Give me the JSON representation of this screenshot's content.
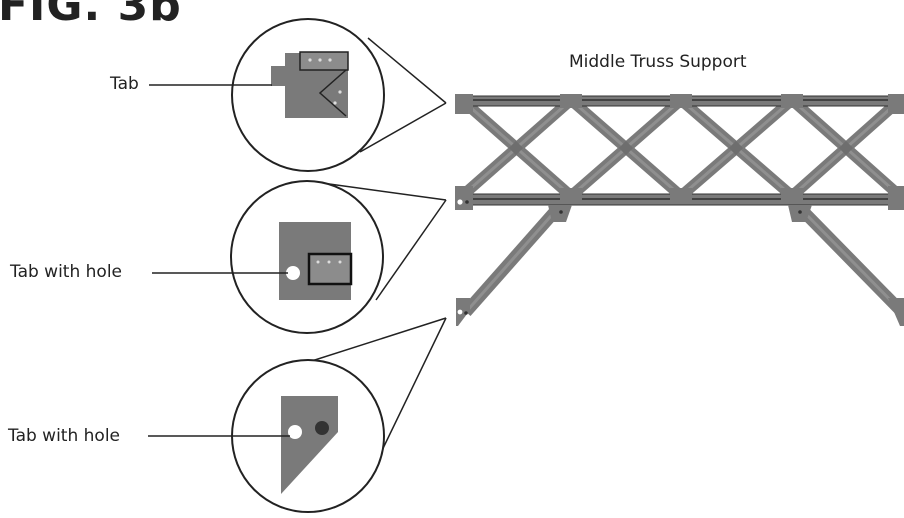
{
  "figure": {
    "title": "FIG. 3b"
  },
  "diagram": {
    "caption": "Middle Truss Support"
  },
  "callouts": [
    {
      "label": "Tab"
    },
    {
      "label": "Tab with hole"
    },
    {
      "label": "Tab with hole"
    }
  ],
  "colors": {
    "metal": "#7a7a7a",
    "metal_light": "#8c8c8c",
    "outline": "#222222",
    "hole": "#ffffff",
    "bolt": "#333333"
  }
}
